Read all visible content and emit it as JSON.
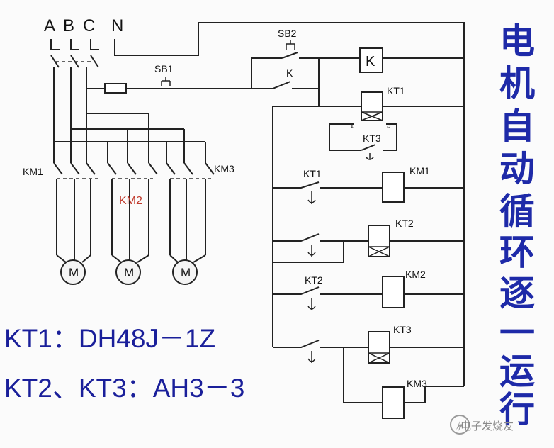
{
  "phases": [
    "A",
    "B",
    "C",
    "N"
  ],
  "labels": {
    "sb1": "SB1",
    "sb2": "SB2",
    "k_coil": "K",
    "k_contact": "K",
    "kt1": "KT1",
    "kt1_contact": "KT1",
    "kt2": "KT2",
    "kt2_contact": "KT2",
    "kt3": "KT3",
    "kt3_contact": "KT3",
    "km1": "KM1",
    "km1_coil": "KM1",
    "km2": "KM2",
    "km2_coil": "KM2",
    "km3": "KM3",
    "km3_coil": "KM3",
    "pin1": "1",
    "pin3": "3"
  },
  "motors": [
    "M",
    "M",
    "M"
  ],
  "models": {
    "line1": "KT1：DH48J－1Z",
    "line2": "KT2、KT3：AH3－3"
  },
  "title_chars": [
    "电",
    "机",
    "自",
    "动",
    "循",
    "环",
    "逐",
    "一",
    "运",
    "行"
  ],
  "watermark": "电子发烧友",
  "colors": {
    "title": "#1e2aa8",
    "km2_label": "#c0392b"
  }
}
